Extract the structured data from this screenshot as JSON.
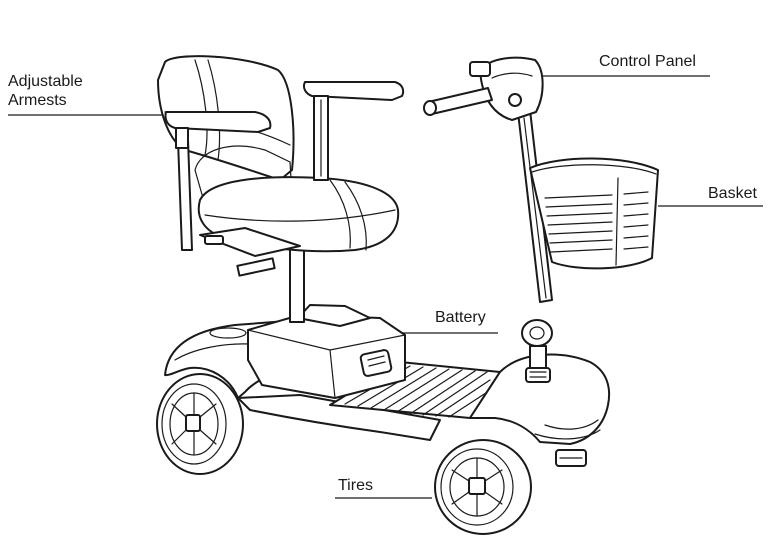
{
  "labels": {
    "armrests_line1": "Adjustable",
    "armrests_line2": "Armests",
    "control_panel": "Control Panel",
    "basket": "Basket",
    "battery": "Battery",
    "tires": "Tires"
  },
  "illustration": {
    "subject": "mobility-scooter-line-drawing",
    "stroke_color": "#1a1a1a",
    "background_color": "#ffffff"
  }
}
